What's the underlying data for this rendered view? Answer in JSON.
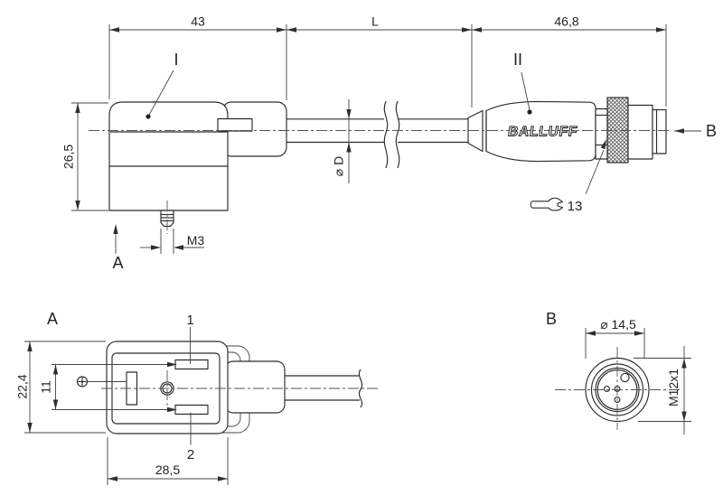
{
  "style": {
    "line_color": "#2b2b2b",
    "background": "#ffffff"
  },
  "icons": {
    "wrench": "open-end-wrench-icon",
    "ground": "earth-ground-symbol"
  },
  "side_view": {
    "dims": {
      "connector_width": "43",
      "cable_length": "L",
      "plug_length": "46,8",
      "connector_height": "26,5",
      "stud_thread": "M3",
      "cable_diameter": "⌀ D"
    },
    "labels": {
      "part_i": "I",
      "part_ii": "II",
      "view_a": "A",
      "view_b": "B",
      "wrench_size": "13"
    },
    "logo": "BALLUFF"
  },
  "view_a": {
    "label": "A",
    "dims": {
      "height": "22,4",
      "pin_distance": "11",
      "width": "28,5"
    },
    "pins": {
      "pin1": "1",
      "pin2": "2"
    }
  },
  "view_b": {
    "label": "B",
    "dims": {
      "outer_diameter": "⌀ 14,5",
      "thread": "M12x1"
    }
  }
}
